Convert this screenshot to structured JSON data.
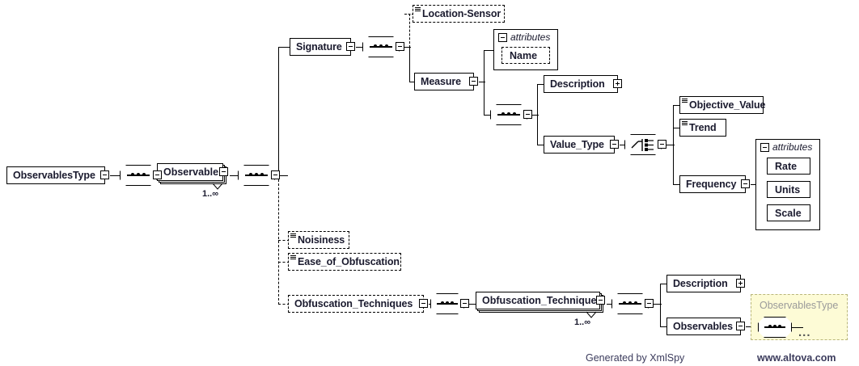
{
  "diagram": {
    "kind": "xml-schema-diagram",
    "generator": "XmlSpy",
    "root_type": "ObservablesType"
  },
  "nodes": {
    "observables_type": {
      "label": "ObservablesType"
    },
    "observable": {
      "label": "Observable",
      "occurrence": "1..∞"
    },
    "signature": {
      "label": "Signature"
    },
    "location_sensor": {
      "label": "Location-Sensor"
    },
    "measure": {
      "label": "Measure"
    },
    "measure_attributes_title": {
      "label": "attributes"
    },
    "measure_attr_name": {
      "label": "Name"
    },
    "description_1": {
      "label": "Description"
    },
    "value_type": {
      "label": "Value_Type"
    },
    "objective_value": {
      "label": "Objective_Value"
    },
    "trend": {
      "label": "Trend"
    },
    "frequency": {
      "label": "Frequency"
    },
    "frequency_attributes_title": {
      "label": "attributes"
    },
    "frequency_attr_rate": {
      "label": "Rate"
    },
    "frequency_attr_units": {
      "label": "Units"
    },
    "frequency_attr_scale": {
      "label": "Scale"
    },
    "noisiness": {
      "label": "Noisiness"
    },
    "ease_of_obfuscation": {
      "label": "Ease_of_Obfuscation"
    },
    "obfuscation_techniques": {
      "label": "Obfuscation_Techniques"
    },
    "obfuscation_technique": {
      "label": "Obfuscation_Technique",
      "occurrence": "1..∞"
    },
    "description_2": {
      "label": "Description"
    },
    "observables": {
      "label": "Observables"
    },
    "recursive_ref": {
      "label": "ObservablesType",
      "ellipsis": "..."
    }
  },
  "icons": {
    "sequence": "sequence-compositor-icon",
    "choice": "choice-compositor-icon",
    "expander_minus": "expander-minus-icon",
    "expander_plus": "expander-plus-icon",
    "simple_type": "simple-type-lines-icon"
  },
  "footer": {
    "generated_by": "Generated by XmlSpy",
    "website": "www.altova.com"
  },
  "colors": {
    "background": "#ffffff",
    "node_border": "#000000",
    "node_text": "#1a1a2e",
    "shadow": "#b4b4b4",
    "recursive_fill": "#fdfbd6",
    "recursive_border": "#b9b67a",
    "recursive_text": "#9a9a9a",
    "footer_text": "#3b3b5c"
  }
}
